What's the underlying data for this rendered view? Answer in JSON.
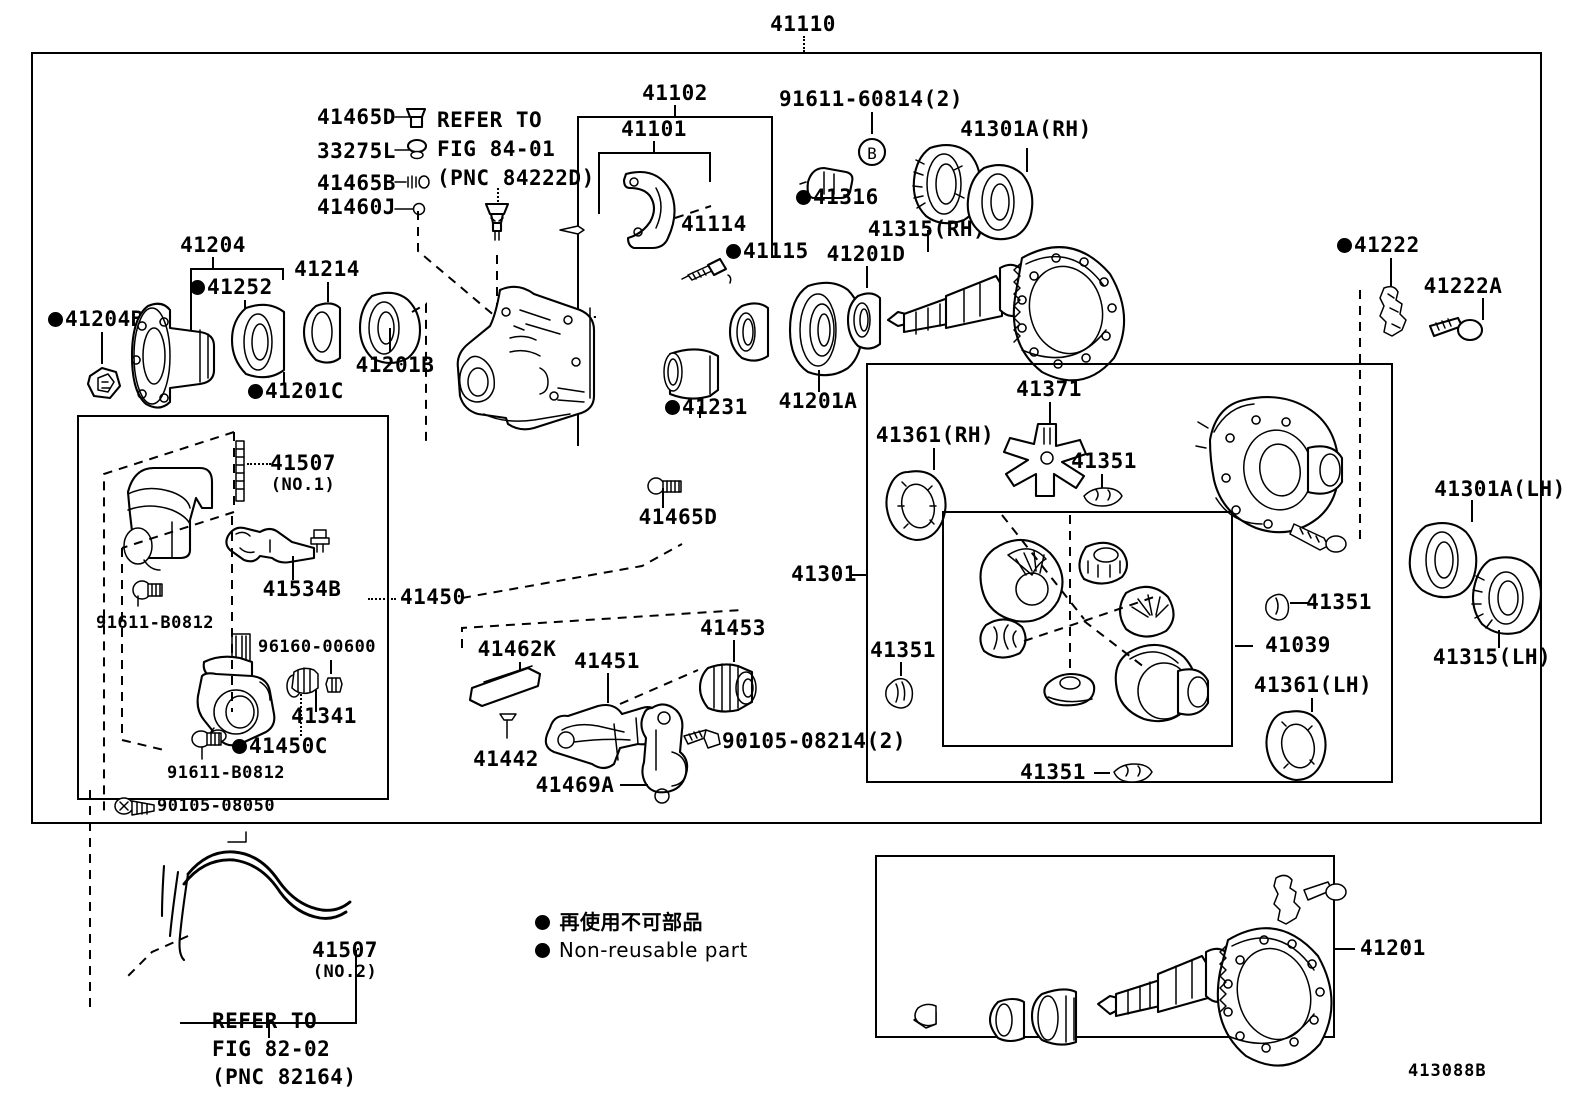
{
  "diagram": {
    "code": "413088B",
    "top_assembly": "41110"
  },
  "legend": {
    "jp": "再使用不可部品",
    "en": "Non-reusable part"
  },
  "refer_notes": {
    "fig84": [
      "REFER TO",
      "FIG 84-01",
      "(PNC 84222D)"
    ],
    "fig82": [
      "REFER TO",
      "FIG 82-02",
      "(PNC 82164)"
    ]
  },
  "labels": {
    "top_assembly": "41110",
    "carrier_group": "41102",
    "carrier": "41101",
    "c41114": "41114",
    "c41115": "41115",
    "c41231": "41231",
    "c41201A": "41201A",
    "c41201D": "41201D",
    "c41465D_top": "41465D",
    "c33275L": "33275L",
    "c41465B": "41465B",
    "c41460J": "41460J",
    "c41465D_mid": "41465D",
    "c41204": "41204",
    "c41204B": "41204B",
    "c41252": "41252",
    "c41201C": "41201C",
    "c41214": "41214",
    "c41201B": "41201B",
    "c91611_60814": "91611-60814(2)",
    "c41316": "41316",
    "c41315RH": "41315(RH)",
    "c41301ARH": "41301A(RH)",
    "c41222": "41222",
    "c41222A": "41222A",
    "c41507_1": "41507",
    "c41507_1_sub": "(NO.1)",
    "c41534B": "41534B",
    "c91611_B0812_a": "91611-B0812",
    "c91611_B0812_b": "91611-B0812",
    "c96160_00600": "96160-00600",
    "c41341": "41341",
    "c41450C": "41450C",
    "c90105_08050": "90105-08050",
    "c41450": "41450",
    "c41462K": "41462K",
    "c41451": "41451",
    "c41442": "41442",
    "c41453": "41453",
    "c41469A": "41469A",
    "c90105_08214": "90105-08214(2)",
    "c41301": "41301",
    "c41361RH": "41361(RH)",
    "c41371": "41371",
    "c41351_a": "41351",
    "c41351_b": "41351",
    "c41351_c": "41351",
    "c41351_d": "41351",
    "c41039": "41039",
    "c41361LH": "41361(LH)",
    "c41301ALH": "41301A(LH)",
    "c41315LH": "41315(LH)",
    "c41507_2": "41507",
    "c41507_2_sub": "(NO.2)",
    "c41201_inset": "41201"
  },
  "nonreusable_parts": [
    "41204B",
    "41252",
    "41201C",
    "41231",
    "41115",
    "41316",
    "41222",
    "41450C"
  ],
  "colors": {
    "ink": "#000000",
    "paper": "#ffffff"
  }
}
